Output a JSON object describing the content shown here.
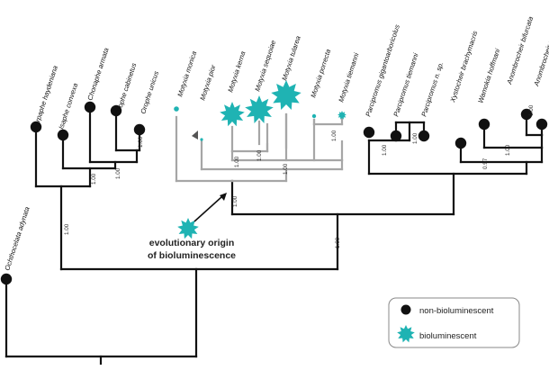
{
  "taxa": [
    "Ochthocelata adynata",
    "Harpaphe haydeniana",
    "Isaphe convexa",
    "Chonaphe armata",
    "Orophe cabinetus",
    "Orophe unicus",
    "Motyxia monica",
    "Motyxia pior",
    "Motyxia kerna",
    "Motyxia sequoiae",
    "Motyxia tularea",
    "Motyxia porrecta",
    "Motyxia tiemanni",
    "Parcipromus gigantoarboricolus",
    "Parcipromus tiemanni",
    "Parcipromus n. sp.",
    "Xystocheir brachymacris",
    "Wamokia hoffmani",
    "Anombrocheir bifurcata",
    "Anombrocheir spinosa"
  ],
  "support": [
    "1.00",
    "1.00",
    "1.00",
    "1.00",
    "1.00",
    "1.00",
    "1.00",
    "1.00",
    "1.00",
    "1.00",
    "0.97",
    "1.00",
    "1.00",
    "1.00",
    "1.00"
  ],
  "annotation": {
    "line1": "evolutionary origin",
    "line2": "of bioluminescence"
  },
  "legend": {
    "non_bioluminescent": "non-bioluminescent",
    "bioluminescent": "bioluminescent"
  },
  "colors": {
    "branch": "#111111",
    "bioluminescent_clade": "#a6a6a6",
    "bioluminescent": "#1fb3b3",
    "non_bioluminescent": "#111111"
  }
}
